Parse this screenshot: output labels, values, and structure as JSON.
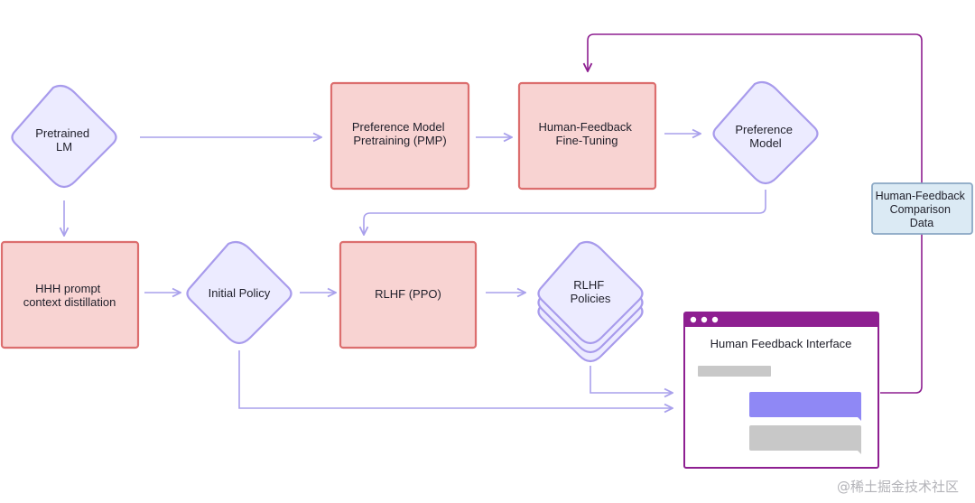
{
  "nodes": {
    "pretrained_lm": [
      "Pretrained",
      "LM"
    ],
    "pmp": [
      "Preference Model",
      "Pretraining (PMP)"
    ],
    "hf_finetuning": [
      "Human-Feedback",
      "Fine-Tuning"
    ],
    "preference_model": [
      "Preference",
      "Model"
    ],
    "comparison_data": [
      "Human-Feedback",
      "Comparison",
      "Data"
    ],
    "hhh": [
      "HHH prompt",
      "context distillation"
    ],
    "initial_policy": [
      "Initial Policy"
    ],
    "rlhf_ppo": [
      "RLHF (PPO)"
    ],
    "rlhf_policies": [
      "RLHF",
      "Policies"
    ],
    "hf_interface": [
      "Human Feedback Interface"
    ]
  },
  "watermark": "@稀土掘金技术社区",
  "colors": {
    "pink_fill": "#f8d3d2",
    "pink_stroke": "#dc6e6e",
    "diamond_fill": "#ecebff",
    "diamond_stroke": "#a89bec",
    "data_fill": "#dbeaf4",
    "data_stroke": "#8aa7c4",
    "interface_stroke": "#8e1f91",
    "arrow_light": "#a9a0ec",
    "arrow_purple": "#8e1f91",
    "chat_gray": "#c8c8c8",
    "chat_purple": "#8f88f5"
  }
}
